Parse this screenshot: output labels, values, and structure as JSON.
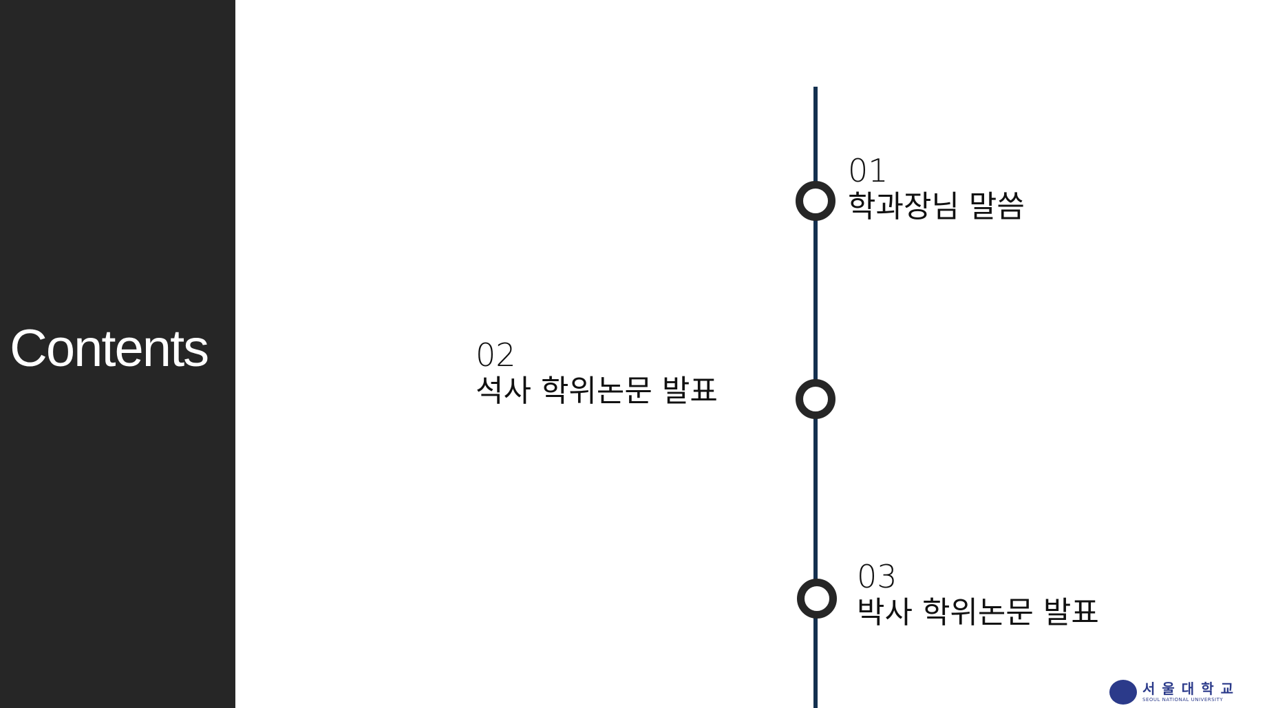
{
  "sidebar": {
    "title": "Contents"
  },
  "items": [
    {
      "number": "01",
      "label": "학과장님 말씀"
    },
    {
      "number": "02",
      "label": "석사 학위논문 발표"
    },
    {
      "number": "03",
      "label": "박사 학위논문 발표"
    }
  ],
  "logo": {
    "korean": "서울대학교",
    "english": "SEOUL NATIONAL UNIVERSITY"
  },
  "colors": {
    "sidebar": "#262626",
    "timeline": "#14304f",
    "logo": "#2b3a8a"
  }
}
